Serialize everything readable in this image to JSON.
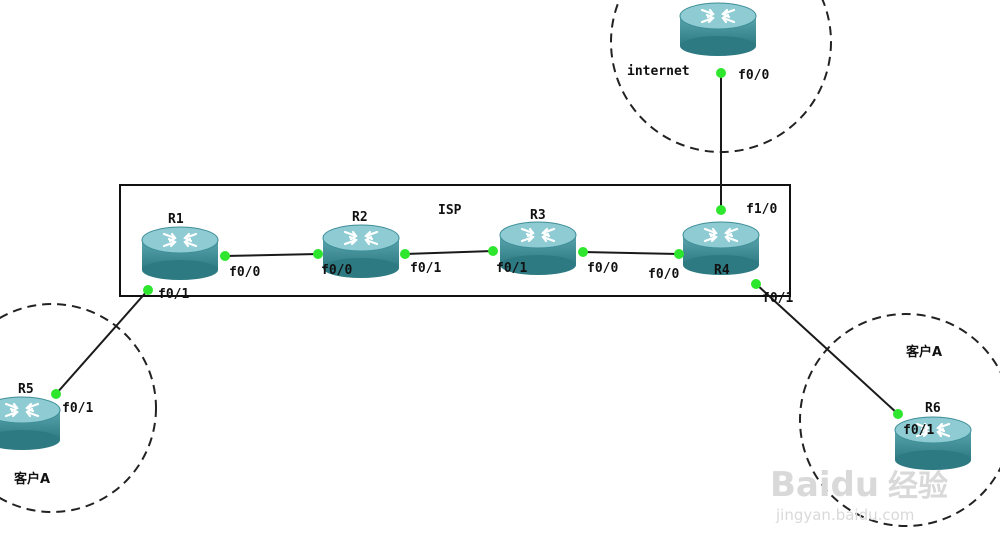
{
  "isp_label": "ISP",
  "routers": {
    "r1": "R1",
    "r2": "R2",
    "r3": "R3",
    "r4": "R4",
    "r5": "R5",
    "r6": "R6",
    "internet": "internet"
  },
  "customer_labels": {
    "left": "客户A",
    "right": "客户A"
  },
  "interfaces": {
    "r1_f00": "f0/0",
    "r1_f01": "f0/1",
    "r2_f00": "f0/0",
    "r2_f01": "f0/1",
    "r3_f01": "f0/1",
    "r3_f00": "f0/0",
    "r4_f00": "f0/0",
    "r4_f10": "f1/0",
    "r4_f01": "f0/1",
    "internet_f00": "f0/0",
    "r5_f01": "f0/1",
    "r6_f01": "f0/1"
  },
  "watermark": {
    "brand": "Baidu",
    "suffix": "经验",
    "url": "jingyan.baidu.com"
  },
  "colors": {
    "router_body": "#3d8e97",
    "router_top": "#9ad1d8",
    "port_dot": "#2ee62e",
    "link": "#1a1a1a"
  }
}
